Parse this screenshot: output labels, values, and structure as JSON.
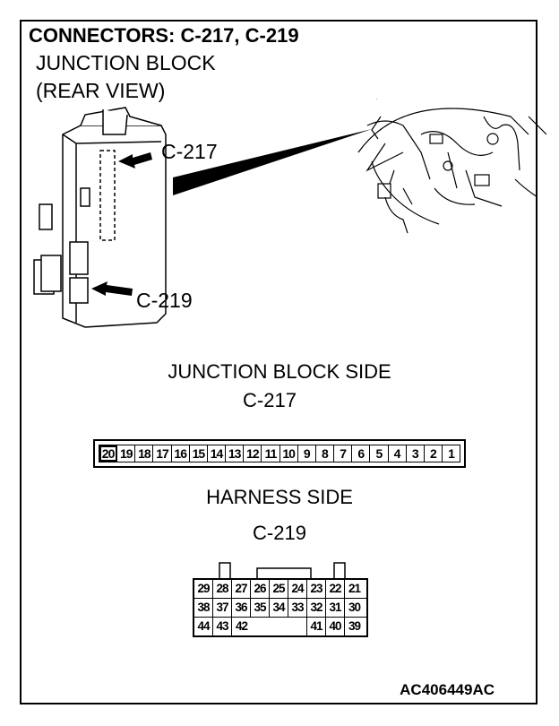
{
  "title": "CONNECTORS: C-217, C-219",
  "subtitle_line1": "JUNCTION BLOCK",
  "subtitle_line2": "(REAR VIEW)",
  "callout_c217": "C-217",
  "callout_c219": "C-219",
  "section1_title": "JUNCTION BLOCK SIDE",
  "section1_connector": "C-217",
  "c217_pins": [
    "20",
    "19",
    "18",
    "17",
    "16",
    "15",
    "14",
    "13",
    "12",
    "11",
    "10",
    "9",
    "8",
    "7",
    "6",
    "5",
    "4",
    "3",
    "2",
    "1"
  ],
  "section2_title": "HARNESS SIDE",
  "section2_connector": "C-219",
  "c219_rows": [
    [
      "29",
      "28",
      "27",
      "26",
      "25",
      "24",
      "23",
      "22",
      "21"
    ],
    [
      "38",
      "37",
      "36",
      "35",
      "34",
      "33",
      "32",
      "31",
      "30"
    ],
    [
      "44",
      "43",
      "42",
      "",
      "",
      "",
      "41",
      "40",
      "39"
    ]
  ],
  "figure_code": "AC406449AC"
}
